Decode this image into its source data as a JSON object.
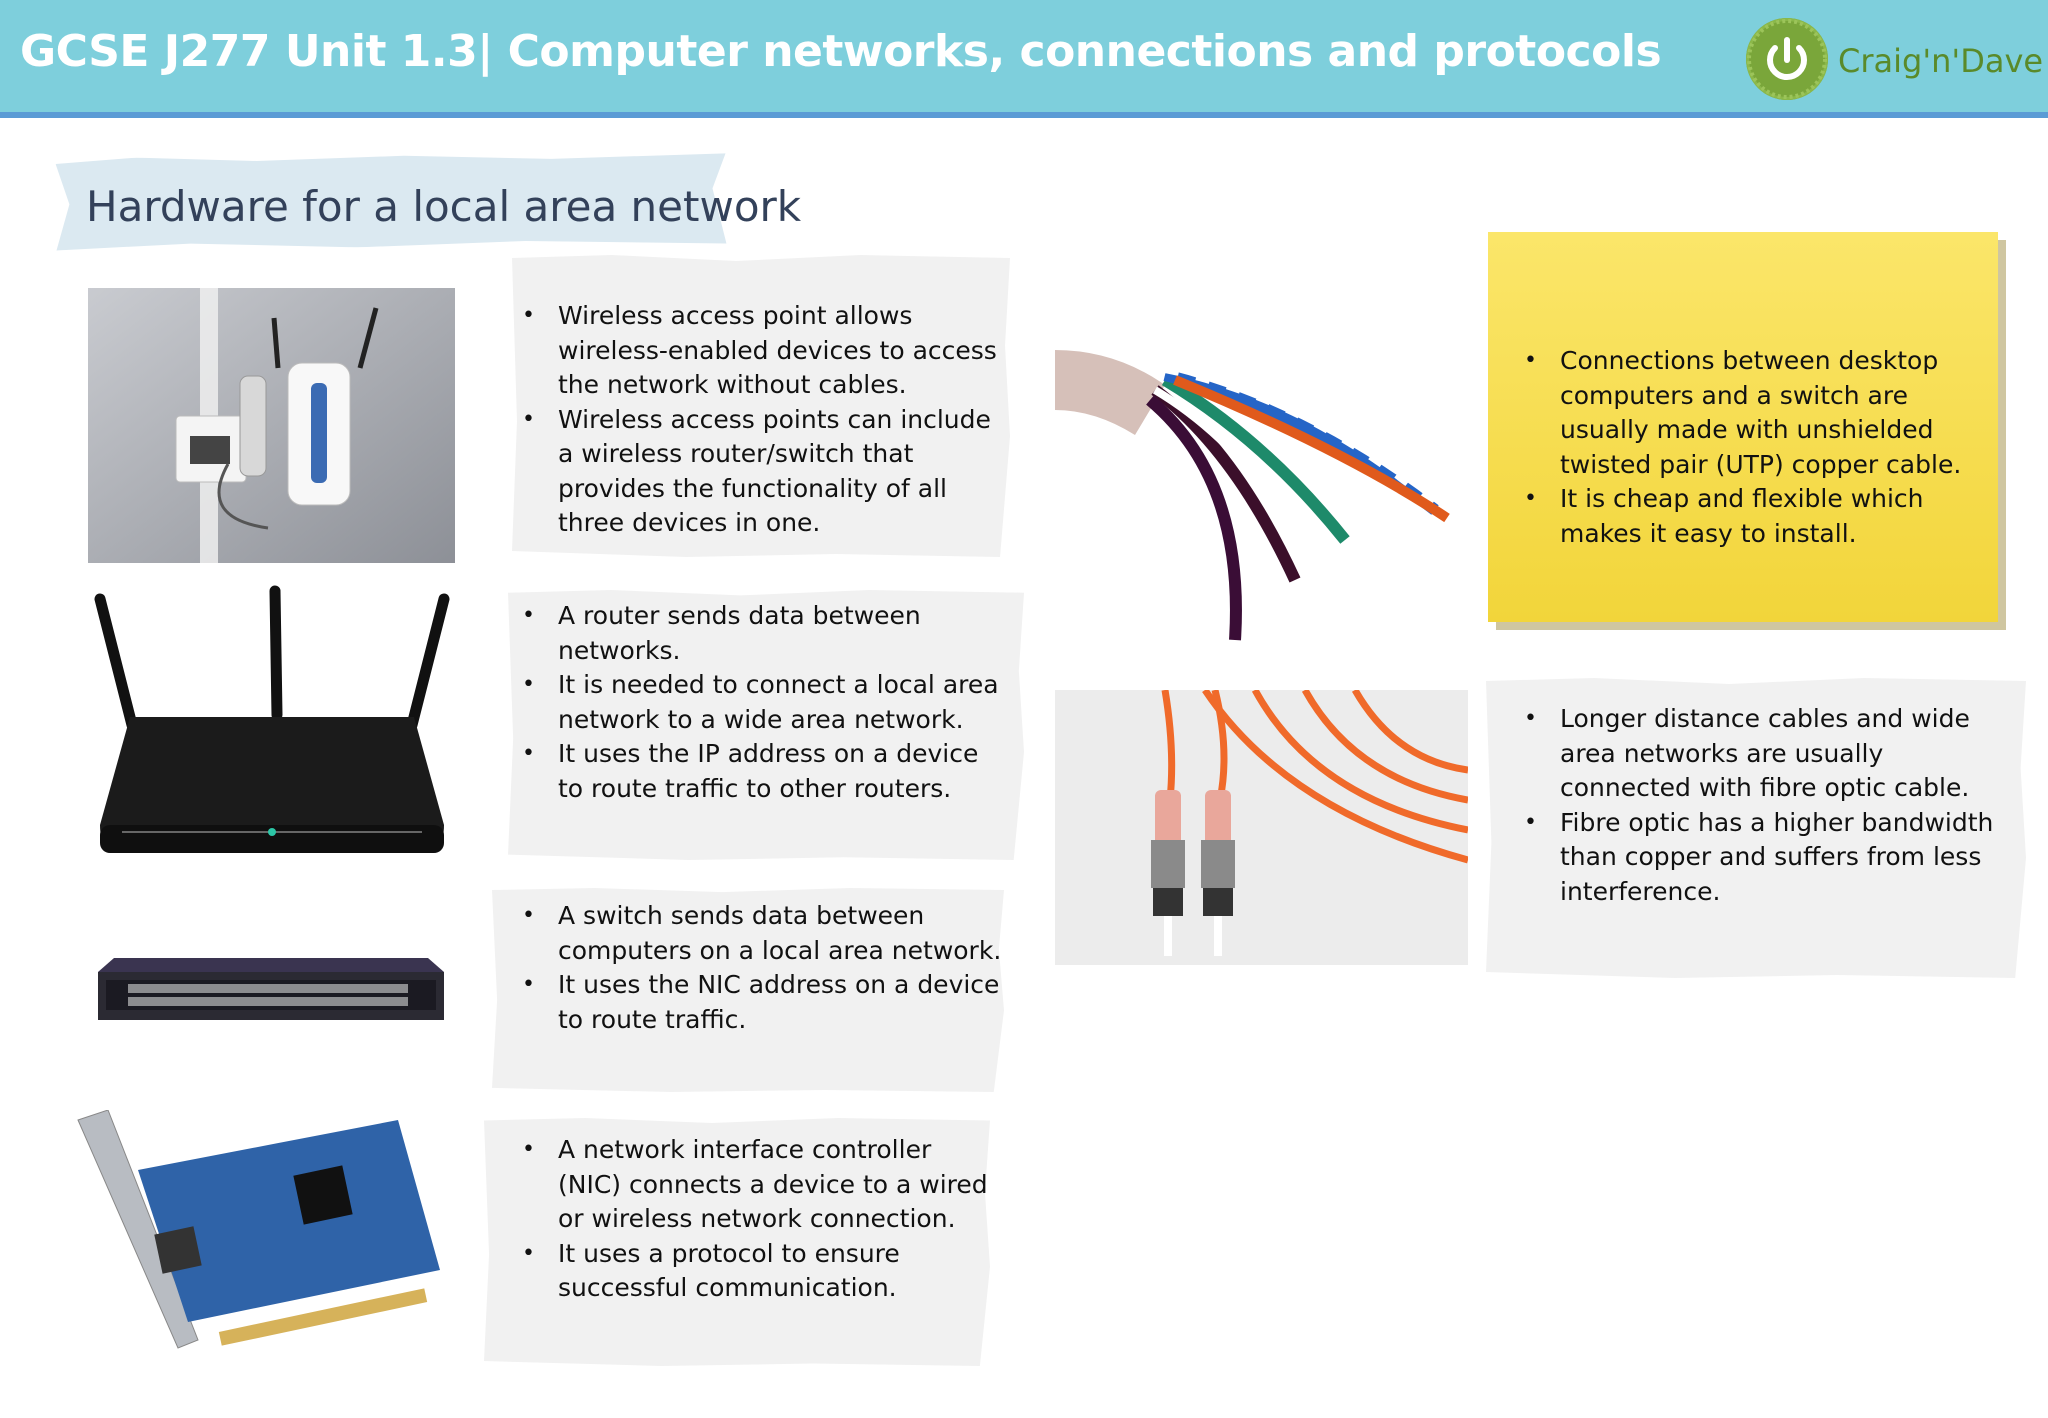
{
  "header": {
    "title": "GCSE J277 Unit 1.3| Computer networks, connections and protocols",
    "logo_text": "Craig'n'Dave"
  },
  "section": {
    "title": "Hardware for a local area network"
  },
  "colors": {
    "header_bg": "#7ecfdc",
    "header_rule": "#5b9bd5",
    "note_grey": "#f1f1f1",
    "note_yellow": "#f6dc4a",
    "logo_green": "#7aa63a"
  },
  "icons": {
    "logo": "power-icon",
    "wap": "wireless-access-point-icon",
    "router": "router-icon",
    "switch": "network-switch-icon",
    "nic": "network-card-icon",
    "utp": "twisted-pair-cable-icon",
    "fibre": "fibre-optic-cable-icon"
  },
  "notes": {
    "wap": [
      "Wireless access point allows wireless-enabled devices to access the network without cables.",
      "Wireless access points can include a wireless router/switch that provides the functionality of all three devices in one."
    ],
    "router": [
      "A router sends data between networks.",
      "It is needed to connect a local area network to a wide area network.",
      "It uses the IP address on a device to route traffic to other routers."
    ],
    "switch": [
      "A switch sends data between computers on a local area network.",
      "It uses the NIC address on a device to route traffic."
    ],
    "nic": [
      "A network interface controller (NIC) connects a device to a wired or wireless network connection.",
      "It uses a protocol to ensure successful communication."
    ],
    "utp": [
      "Connections between desktop computers and a switch are usually made with unshielded twisted pair (UTP) copper cable.",
      "It is cheap and flexible which makes it easy to install."
    ],
    "fibre": [
      "Longer distance cables and wide area networks are usually connected with fibre optic cable.",
      "Fibre optic has a higher bandwidth than copper and suffers from less interference."
    ]
  }
}
